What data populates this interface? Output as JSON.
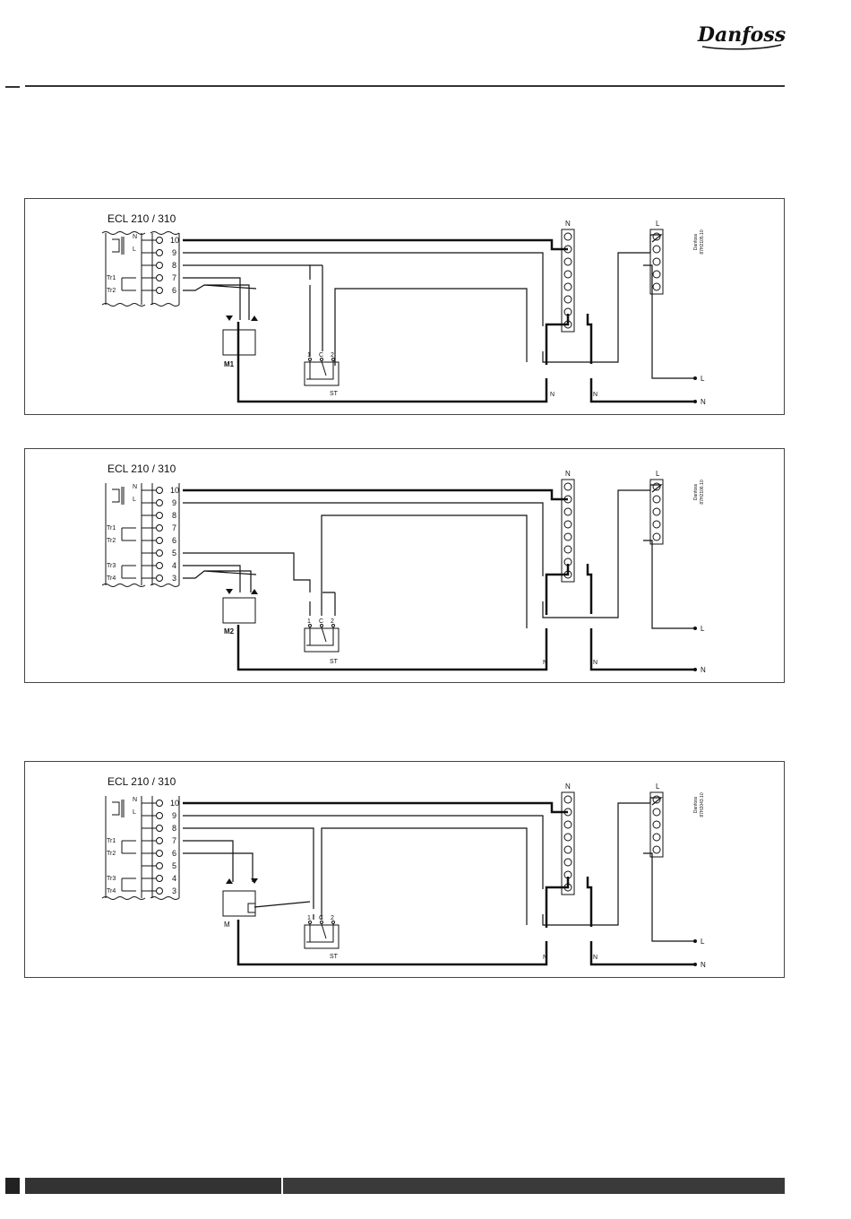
{
  "brand": {
    "logo_text": "Danfoss"
  },
  "diagrams": [
    {
      "title": "ECL 210 / 310",
      "code": "87H2105.10",
      "code_brand": "Danfoss",
      "motor": "M1",
      "thermostat": "ST",
      "switch_labels": [
        "1",
        "C",
        "2"
      ],
      "terminals": [
        "10",
        "9",
        "8",
        "7",
        "6"
      ],
      "supply_labels": {
        "n": "N",
        "l": "L"
      },
      "transformers": [
        "Tr1",
        "Tr2"
      ],
      "strip_labels": {
        "n": "N",
        "l": "L"
      },
      "wire_labels": [
        "N",
        "N"
      ],
      "out_labels": [
        "L",
        "N"
      ]
    },
    {
      "title": "ECL 210 / 310",
      "code": "87H2106.10",
      "code_brand": "Danfoss",
      "motor": "M2",
      "thermostat": "ST",
      "switch_labels": [
        "1",
        "C",
        "2"
      ],
      "terminals": [
        "10",
        "9",
        "8",
        "7",
        "6",
        "5",
        "4",
        "3"
      ],
      "supply_labels": {
        "n": "N",
        "l": "L"
      },
      "transformers": [
        "Tr1",
        "Tr2",
        "Tr3",
        "Tr4"
      ],
      "strip_labels": {
        "n": "N",
        "l": "L"
      },
      "wire_labels": [
        "N",
        "N"
      ],
      "out_labels": [
        "L",
        "N"
      ]
    },
    {
      "title": "ECL 210 / 310",
      "code": "87H2043.10",
      "code_brand": "Danfoss",
      "motor": "M",
      "thermostat": "ST",
      "switch_labels": [
        "1",
        "C",
        "2"
      ],
      "terminals": [
        "10",
        "9",
        "8",
        "7",
        "6",
        "5",
        "4",
        "3"
      ],
      "supply_labels": {
        "n": "N",
        "l": "L"
      },
      "transformers": [
        "Tr1",
        "Tr2",
        "Tr3",
        "Tr4"
      ],
      "strip_labels": {
        "n": "N",
        "l": "L"
      },
      "wire_labels": [
        "N",
        "N"
      ],
      "out_labels": [
        "L",
        "N"
      ]
    }
  ]
}
